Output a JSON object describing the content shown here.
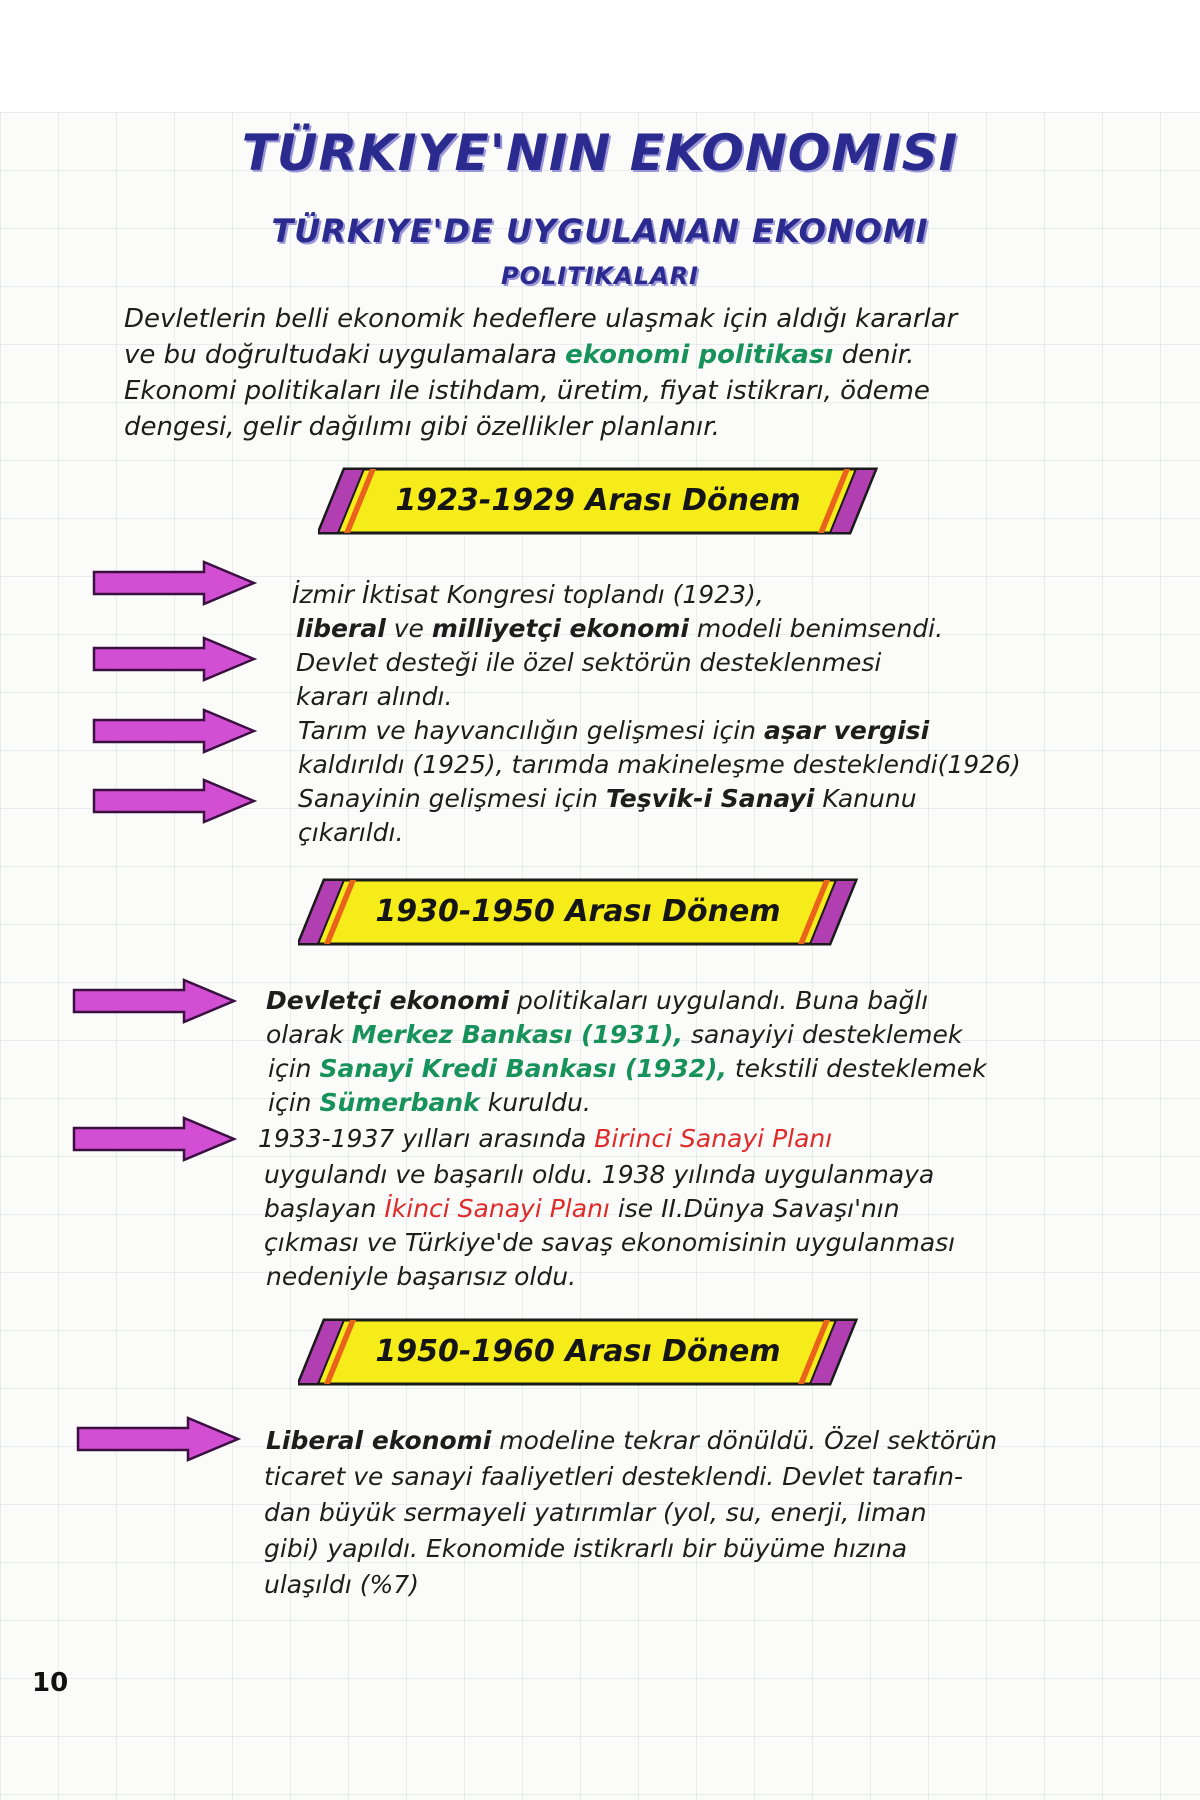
{
  "page": {
    "title": "Türkiye'nin Ekonomisi",
    "subtitle_line1": "Türkiye'de Uygulanan Ekonomi",
    "subtitle_line2": "Politikaları",
    "page_number": "10",
    "colors": {
      "title": "#2b2a8e",
      "highlight_green": "#17925a",
      "highlight_red": "#e02a2a",
      "banner_yellow": "#f6ec1a",
      "banner_purple": "#b23fb2",
      "arrow_pink": "#d24ed2"
    }
  },
  "intro": {
    "l1": "Devletlerin belli ekonomik hedeflere ulaşmak için aldığı kararlar",
    "l2a": "ve bu doğrultudaki uygulamalara",
    "l2_term": "ekonomi politikası",
    "l2b": "denir.",
    "l3": "Ekonomi politikaları ile istihdam, üretim, fiyat istikrarı, ödeme",
    "l4": "dengesi, gelir dağılımı gibi özellikler planlanır."
  },
  "section1": {
    "title": "1923-1929 Arası Dönem",
    "l1": "İzmir İktisat Kongresi toplandı (1923),",
    "l2_b1": "liberal",
    "l2_a": "ve",
    "l2_b2": "milliyetçi ekonomi",
    "l2_b": "modeli benimsendi.",
    "l3": "Devlet desteği ile özel sektörün desteklenmesi",
    "l4": "kararı alındı.",
    "l5a": "Tarım ve hayvancılığın gelişmesi için",
    "l5_b": "aşar vergisi",
    "l6": "kaldırıldı (1925), tarımda makineleşme desteklendi(1926)",
    "l7a": "Sanayinin gelişmesi için",
    "l7_b": "Teşvik-i Sanayi",
    "l7b": "Kanunu",
    "l8": "çıkarıldı."
  },
  "section2": {
    "title": "1930-1950 Arası Dönem",
    "l1_b": "Devletçi ekonomi",
    "l1a": "politikaları uygulandı. Buna bağlı",
    "l2a": "olarak",
    "l2_g": "Merkez Bankası (1931),",
    "l2b": "sanayiyi desteklemek",
    "l3a": "için",
    "l3_g": "Sanayi Kredi Bankası (1932),",
    "l3b": "tekstili desteklemek",
    "l4a": "için",
    "l4_g": "Sümerbank",
    "l4b": "kuruldu.",
    "l5a": "1933-1937 yılları arasında",
    "l5_r": "Birinci Sanayi Planı",
    "l6": "uygulandı ve başarılı oldu. 1938 yılında uygulanmaya",
    "l7a": "başlayan",
    "l7_r": "İkinci Sanayi Planı",
    "l7b": "ise II.Dünya Savaşı'nın",
    "l8": "çıkması ve Türkiye'de savaş ekonomisinin uygulanması",
    "l9": "nedeniyle başarısız oldu."
  },
  "section3": {
    "title": "1950-1960 Arası Dönem",
    "l1_b": "Liberal ekonomi",
    "l1a": "modeline tekrar dönüldü. Özel sektörün",
    "l2": "ticaret ve sanayi faaliyetleri desteklendi. Devlet tarafın-",
    "l3": "dan büyük sermayeli yatırımlar (yol, su, enerji, liman",
    "l4": "gibi) yapıldı. Ekonomide istikrarlı bir büyüme hızına",
    "l5": "ulaşıldı (%7)"
  }
}
